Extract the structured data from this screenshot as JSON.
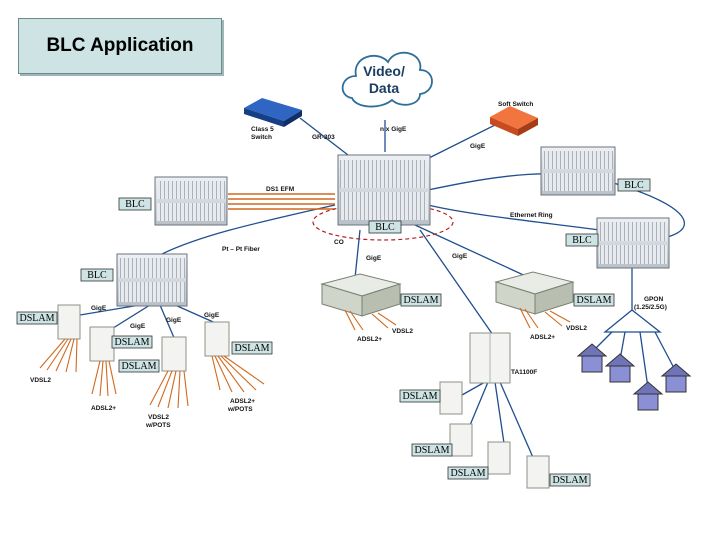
{
  "title": "BLC Application",
  "tags": {
    "blc": "BLC",
    "dslam": "DSLAM"
  },
  "labels": {
    "video_data": "Video/\nData",
    "video": "Video/",
    "data": "Data",
    "soft_switch": "Soft Switch",
    "class5_l1": "Class 5",
    "class5_l2": "Switch",
    "gr303": "GR-303",
    "nxgige": "n x GigE",
    "gige": "GigE",
    "ds1efm": "DS1 EFM",
    "ptpt": "Pt – Pt Fiber",
    "co": "CO",
    "ethring": "Ethernet Ring",
    "gpon_l1": "GPON",
    "gpon_l2": "(1.25/2.5G)",
    "ta1100f": "TA1100F",
    "adsl2plus": "ADSL2+",
    "vdsl2": "VDSL2",
    "vdsl2pots_l1": "VDSL2",
    "vdsl2pots_l2": "w/POTS",
    "adsl2pots_l1": "ADSL2+",
    "adsl2pots_l2": "w/POTS"
  },
  "colors": {
    "title_bg": "#cde3e4",
    "link_blue": "#1f4f8f",
    "ds1_orange": "#d2691e",
    "co_ellipse": "#b22222",
    "cloud": "#ffffff",
    "soft_switch": "#e8592a",
    "class5_switch": "#1c4fa0",
    "house": "#8a8fd6"
  }
}
